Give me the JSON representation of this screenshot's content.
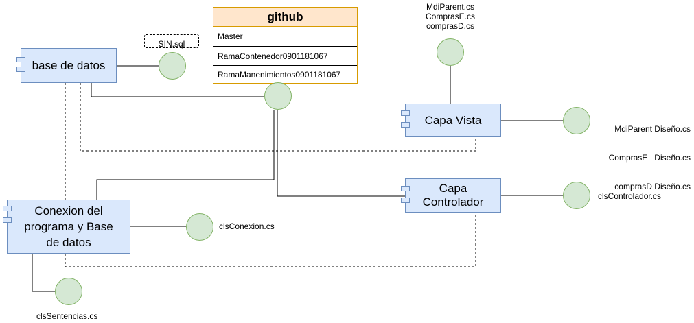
{
  "components": {
    "base_datos": "base de datos",
    "capa_vista": "Capa Vista",
    "capa_controlador": [
      "Capa",
      "Controlador"
    ],
    "conexion": [
      "Conexion del",
      "programa y Base",
      "de datos"
    ]
  },
  "github": {
    "title": "github",
    "rows": [
      "Master",
      "RamaContenedor0901181067",
      "RamaManenimientos0901181067"
    ]
  },
  "note": "SIN.sql",
  "labels": {
    "vista_top": [
      "MdiParent.cs",
      "ComprasE.cs",
      "comprasD.cs"
    ],
    "vista_right": [
      "MdiParent Diseño.cs",
      "ComprasE   Diseño.cs",
      "comprasD Diseño.cs"
    ],
    "controlador": "clsControlador.cs",
    "conexion": "clsConexion.cs",
    "sentencias": "clsSentencias.cs"
  },
  "colors": {
    "component_fill": "#dae8fc",
    "component_stroke": "#6c8ebf",
    "interface_fill": "#d5e8d4",
    "interface_stroke": "#82b366",
    "repo_header_fill": "#ffe6cc",
    "repo_stroke": "#d79b00"
  }
}
